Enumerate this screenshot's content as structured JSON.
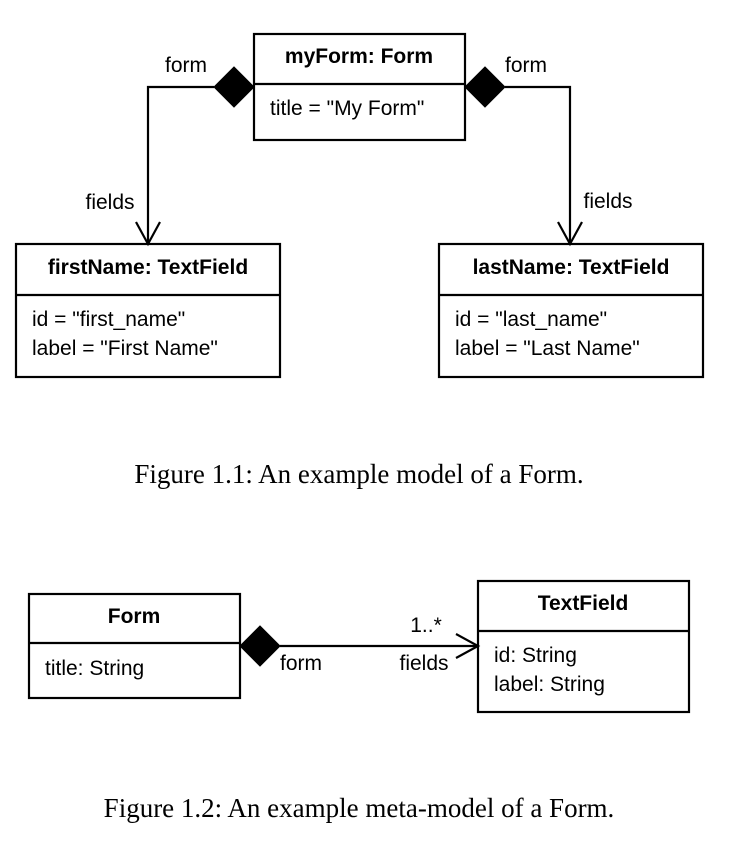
{
  "figure1": {
    "objects": {
      "myForm": {
        "title": "myForm: Form",
        "attrs": [
          "title = \"My Form\""
        ]
      },
      "firstName": {
        "title": "firstName: TextField",
        "attrs": [
          "id = \"first_name\"",
          "label = \"First Name\""
        ]
      },
      "lastName": {
        "title": "lastName: TextField",
        "attrs": [
          "id = \"last_name\"",
          "label = \"Last Name\""
        ]
      }
    },
    "links": {
      "left": {
        "source_role": "form",
        "target_role": "fields"
      },
      "right": {
        "source_role": "form",
        "target_role": "fields"
      }
    },
    "caption": "Figure 1.1: An example model of a Form."
  },
  "figure2": {
    "classes": {
      "form": {
        "title": "Form",
        "attrs": [
          "title: String"
        ]
      },
      "textfield": {
        "title": "TextField",
        "attrs": [
          "id: String",
          "label: String"
        ]
      }
    },
    "association": {
      "source_role": "form",
      "target_role": "fields",
      "multiplicity": "1..*"
    },
    "caption": "Figure 1.2: An example meta-model of a Form."
  }
}
